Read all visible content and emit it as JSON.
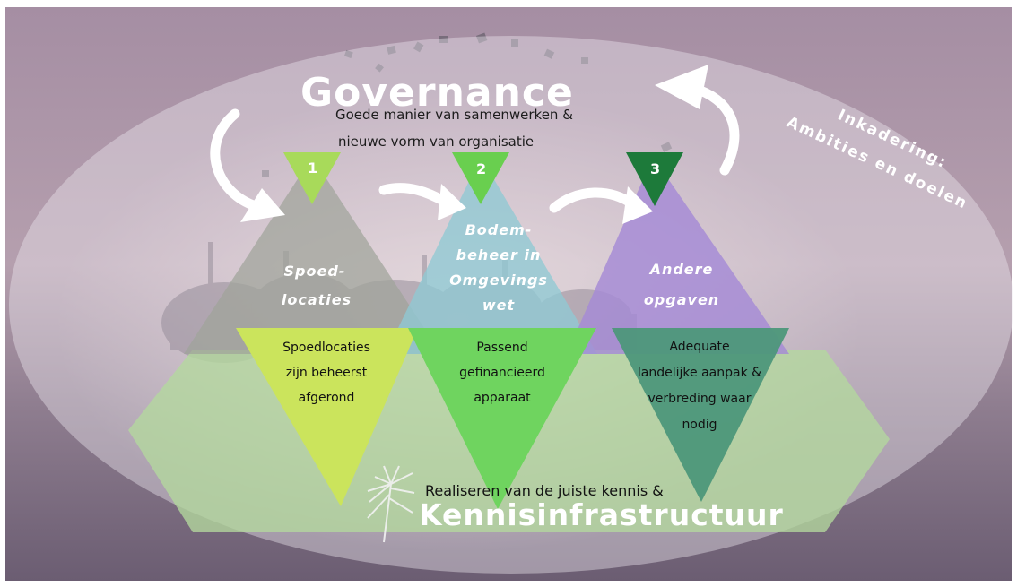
{
  "title": "Governance",
  "subtitle": [
    "Goede manier van samenwerken &",
    "nieuwe vorm van organisatie"
  ],
  "side_label": [
    "Inkadering:",
    "Ambities en doelen"
  ],
  "pillars": [
    {
      "number": "1",
      "label": [
        "Spoed-",
        "locaties"
      ],
      "goal": [
        "Spoedlocaties",
        "zijn beheerst",
        "afgerond"
      ]
    },
    {
      "number": "2",
      "label": [
        "Bodem-",
        "beheer in",
        "Omgevings",
        "wet"
      ],
      "goal": [
        "Passend",
        "gefinancieerd",
        "apparaat"
      ]
    },
    {
      "number": "3",
      "label": [
        "Andere",
        "opgaven"
      ],
      "goal": [
        "Adequate",
        "landelijke aanpak &",
        "verbreding waar",
        "nodig"
      ]
    }
  ],
  "footer": {
    "subtitle": "Realiseren van de juiste kennis &",
    "title": "Kennisinfrastructuur"
  },
  "colors": {
    "sky_top": "#9b8698",
    "sky_bottom": "#6f5f75",
    "ellipse": "#e9e4ec",
    "tri1": "#a3a49b",
    "tri2": "#8fc6d0",
    "tri3": "#a98fd6",
    "goal1": "#c9e35a",
    "goal2": "#6dd35f",
    "goal3": "#4f9a7c",
    "badge1": "#a8d85a",
    "badge2": "#6ccf52",
    "badge3": "#1f7a3c",
    "hexagon": "#aed49a"
  }
}
